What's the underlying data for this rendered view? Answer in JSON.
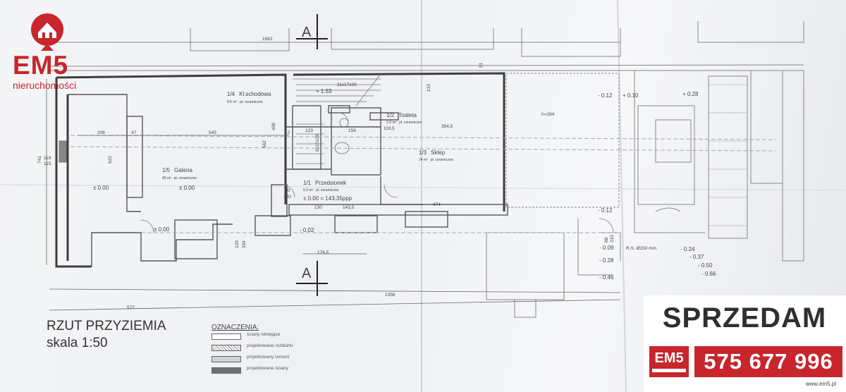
{
  "logo": {
    "brand": "EM5",
    "tagline": "nieruchomości"
  },
  "drawing": {
    "title": "RZUT PRZYZIEMIA",
    "scale": "skala 1:50",
    "section_mark": "A",
    "rooms": [
      {
        "code": "1/4",
        "name": "Kl.schodowa",
        "area": "8.6 m²",
        "floor": "pł. ceramiczne"
      },
      {
        "code": "1/2",
        "name": "Toaleta",
        "area": "3.4 m²",
        "floor": "pł. ceramiczne"
      },
      {
        "code": "1/5",
        "name": "Galeria",
        "area": "45 m²",
        "floor": "pł. ceramiczne"
      },
      {
        "code": "1/3",
        "name": "Sklep",
        "area": "24 m²",
        "floor": "pł. ceramiczne"
      },
      {
        "code": "1/1",
        "name": "Przedsionek",
        "area": "5.0 m²",
        "floor": "pł. ceramiczne"
      }
    ],
    "levels": [
      "+ 1.53",
      "± 0.00",
      "± 0.00",
      "± 0.00 = 143.35ppp",
      "- 0.12",
      "+ 0.10",
      "+ 0.28",
      "- 0.12",
      "- 0.02",
      "- 0.09",
      "- 0.28",
      "- 0.46",
      "- 0.24",
      "- 0.37",
      "- 0.50",
      "- 0.66"
    ],
    "dimensions": [
      "1662",
      "206",
      "47",
      "545",
      "354,5",
      "572",
      "1358",
      "741",
      "622",
      "408",
      "562",
      "119",
      "115",
      "11x17x28",
      "9x17x28",
      "123",
      "156",
      "119,5",
      "130",
      "143,5",
      "474",
      "90",
      "100",
      "176,5",
      "120",
      "204",
      "h=284",
      "R.S. Ø150 mm",
      "51",
      "133",
      "12",
      "88",
      "210"
    ],
    "legend": {
      "heading": "OZNACZENIA:",
      "items": [
        "ściany istniejące",
        "projektowane rozbiórki",
        "projektowany remont",
        "projektowane ściany"
      ]
    }
  },
  "sale": {
    "headline": "SPRZEDAM",
    "badge": "EM5",
    "phone": "575 677 996",
    "website": "www.em5.pl"
  },
  "colors": {
    "brand_red": "#c8252c",
    "paper": "#f2f3f5",
    "ink": "#555555"
  }
}
